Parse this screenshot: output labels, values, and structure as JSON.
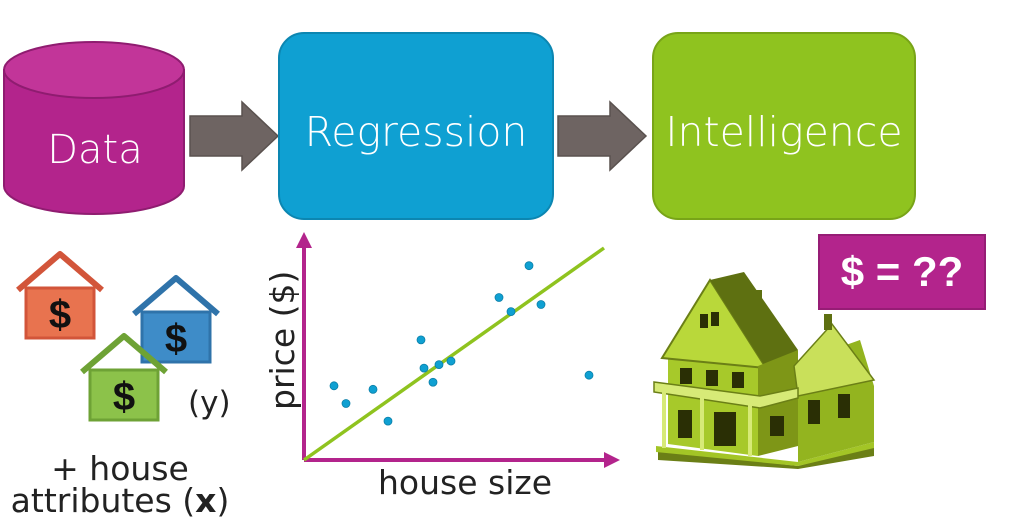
{
  "nodes": {
    "data": "Data",
    "regression": "Regression",
    "intelligence": "Intelligence"
  },
  "examples": {
    "dollar_symbol": "$",
    "target_label": "(y)",
    "attributes_line1": "+ house",
    "attributes_line2": "attributes (",
    "attributes_var": "x",
    "attributes_close": ")"
  },
  "prediction": {
    "badge": "$ = ??"
  },
  "chart_data": {
    "type": "scatter",
    "xlabel": "house size",
    "ylabel": "price ($)",
    "x": [
      1.0,
      1.4,
      2.3,
      2.8,
      3.9,
      4.0,
      4.3,
      4.5,
      4.9,
      6.5,
      6.9,
      7.5,
      7.9,
      9.5
    ],
    "y": [
      2.1,
      1.6,
      2.0,
      1.1,
      3.4,
      2.6,
      2.2,
      2.7,
      2.8,
      4.6,
      4.2,
      5.5,
      4.4,
      2.4
    ],
    "trendline": {
      "x": [
        0,
        10
      ],
      "y": [
        0,
        6
      ]
    },
    "xlim": [
      0,
      10
    ],
    "ylim": [
      0,
      6
    ],
    "grid": false,
    "colors": {
      "axis": "#b3248c",
      "points": "#0fa0d2",
      "trend": "#8fc31f"
    }
  },
  "colors": {
    "data": "#b3248c",
    "regression": "#0fa0d2",
    "intelligence": "#8fc31f",
    "arrow": "#6e6462",
    "house_orange": "#e8734f",
    "house_blue": "#3e8cc8",
    "house_green": "#8cc24a"
  }
}
